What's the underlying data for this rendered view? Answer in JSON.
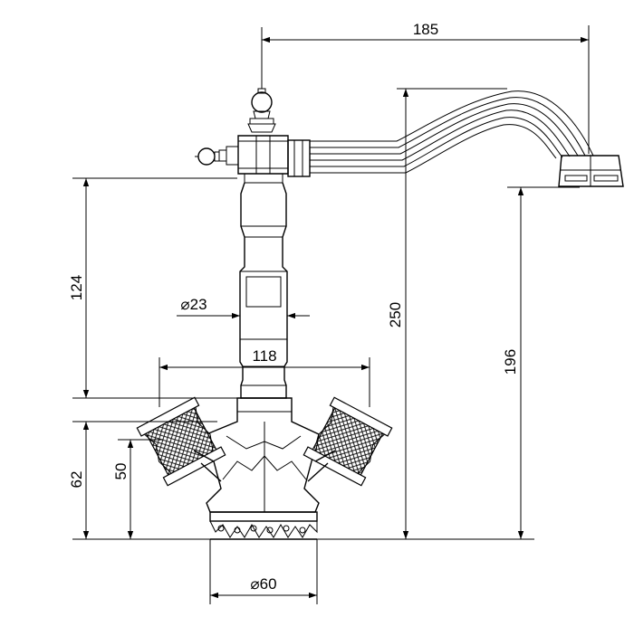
{
  "drawing": {
    "line_color": "#000000",
    "background": "#ffffff",
    "dimensions": {
      "total_width": "185",
      "base_to_outlet": "124",
      "stem_diameter": "⌀23",
      "handle_span": "118",
      "total_height": "250",
      "spout_height": "196",
      "handle_height": "62",
      "handle_center": "50",
      "base_diameter": "⌀60"
    }
  }
}
